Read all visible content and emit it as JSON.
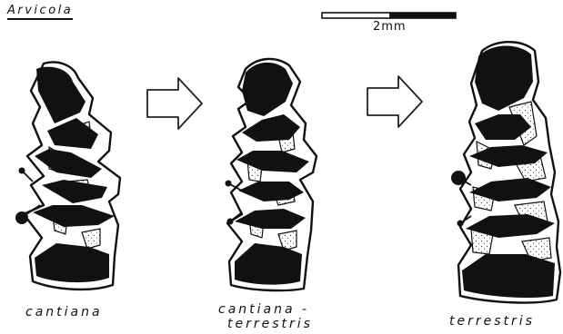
{
  "genus_title": "Arvicola",
  "scale_bar": {
    "label": "2mm"
  },
  "stages": [
    {
      "label": "cantiana"
    },
    {
      "label_line1": "cantiana -",
      "label_line2": "terrestris"
    },
    {
      "label": "terrestris"
    }
  ],
  "arrows": [
    {
      "icon": "right-arrow-icon"
    },
    {
      "icon": "right-arrow-icon"
    }
  ],
  "colors": {
    "ink": "#111111",
    "paper": "#ffffff",
    "stipple": "#444444"
  }
}
